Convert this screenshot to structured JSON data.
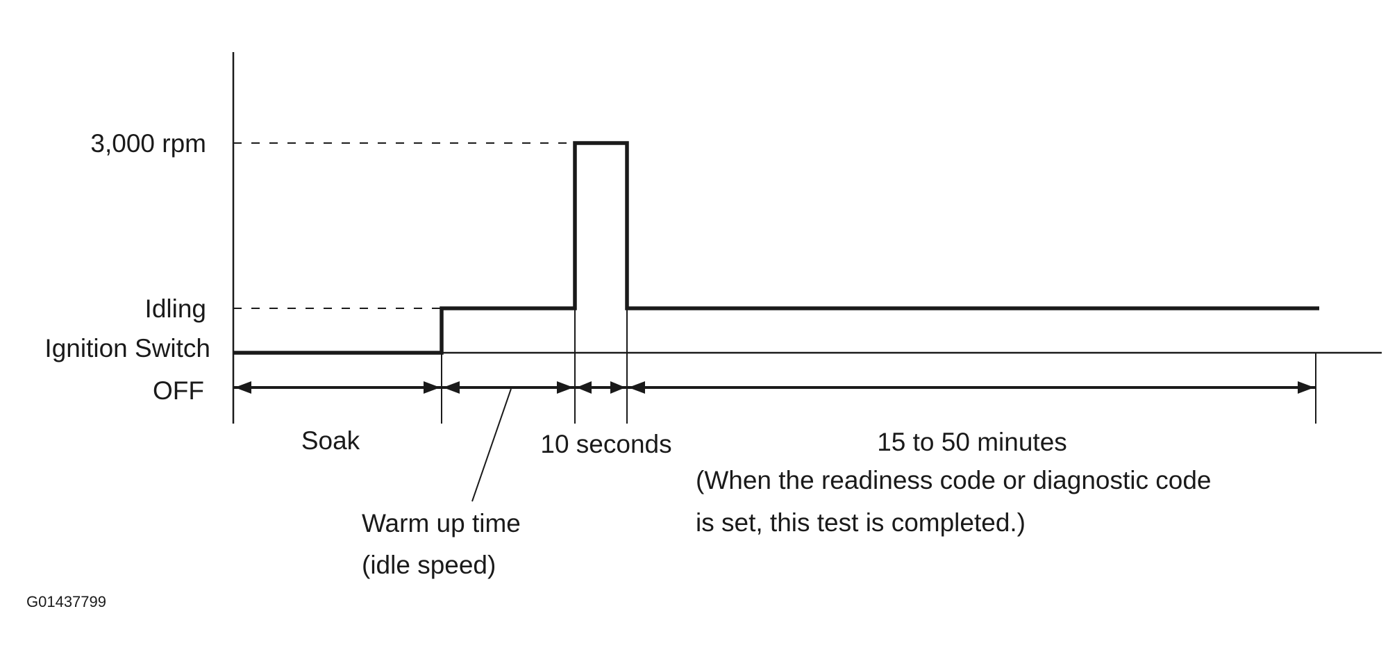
{
  "diagram": {
    "y_labels": {
      "rpm_3000": "3,000 rpm",
      "idling": "Idling",
      "ignition_switch": "Ignition Switch",
      "off": "OFF"
    },
    "phases": {
      "soak": "Soak",
      "warm_up_line1": "Warm up time",
      "warm_up_line2": "(idle speed)",
      "ten_seconds": "10 seconds",
      "drive_time": "15 to 50 minutes",
      "note_line1": "(When the readiness code or diagnostic code",
      "note_line2": "is set, this test is completed.)"
    },
    "figure_id": "G01437799",
    "colors": {
      "ink": "#1a1a1a",
      "background": "#ffffff"
    }
  }
}
